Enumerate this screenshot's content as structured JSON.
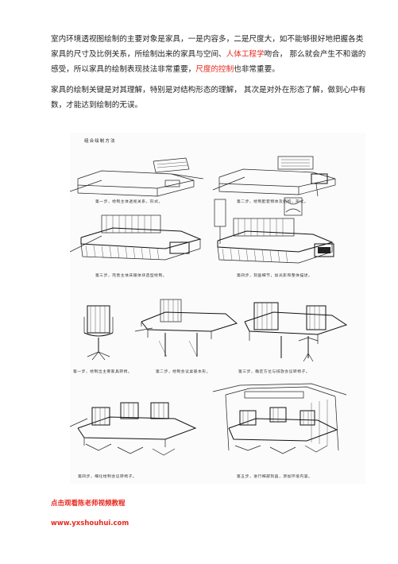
{
  "paragraph1": {
    "part1": "室内环境透视图绘制的主要对象是家具，一是内容多，二是尺度大，如不能够很好地把握各类家具的尺寸及比例关系，所绘制出来的家具与空间、",
    "highlight1": "人体工程学",
    "part2": "吻合， 那么就会产生不和谐的感受，所以家具的绘制表现技法非常重要，",
    "highlight2": "尺度的控制",
    "part3": "也非常重要。"
  },
  "paragraph2": "家具的绘制关键是对其理解，特别是对结构形态的理解， 其次是对外在形态了解，做到心中有数，才能达到绘制的无误。",
  "figure": {
    "title": "组合绘制方法",
    "captions": [
      "第一步，绘制主体透视关系，形式。",
      "第二步，绘制配套物体及结构，形式。",
      "第三步，完善主体床铺体块造型绘制。",
      "第四步，刻画细节，加光影和整体描述。",
      "第一步，绘制出主要家具转椅。",
      "第二步，绘制会议桌基本形。",
      "第三步，确定方位与排放会议转椅子。",
      "第四步，细化绘制会议转椅子。",
      "第五步，进行细部刻画，添加环境内容。"
    ]
  },
  "footer": {
    "link1": "点击观看陈老师视频教程",
    "link2": "www.yxshouhui.com"
  }
}
